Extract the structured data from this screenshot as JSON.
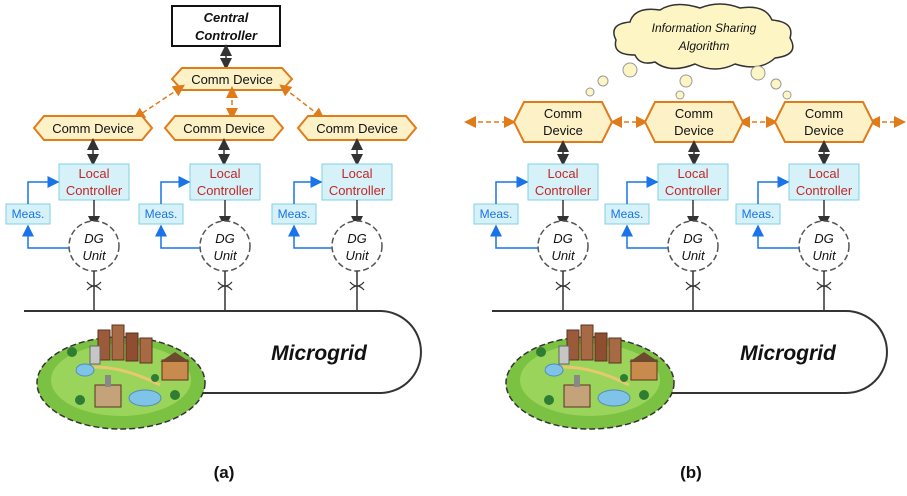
{
  "central_controller": {
    "line1": "Central",
    "line2": "Controller"
  },
  "comm_device_label": "Comm Device",
  "comm_device_b": {
    "line1": "Comm",
    "line2": "Device"
  },
  "local_controller": {
    "line1": "Local",
    "line2": "Controller"
  },
  "meas_label": "Meas.",
  "dg_unit": {
    "line1": "DG",
    "line2": "Unit"
  },
  "microgrid_label": "Microgrid",
  "cloud": {
    "line1": "Information Sharing",
    "line2": "Algorithm"
  },
  "captions": {
    "a": "(a)",
    "b": "(b)"
  },
  "colors": {
    "comm_fill": "#fdf1c7",
    "comm_stroke": "#e07b1a",
    "controller_fill": "#d6f2f8",
    "controller_stroke": "#7fd0e3",
    "controller_text": "#c0282a",
    "meas_text": "#1a73e8",
    "arrow_dash": "#e07b1a",
    "ground_green": "#7cc242"
  }
}
